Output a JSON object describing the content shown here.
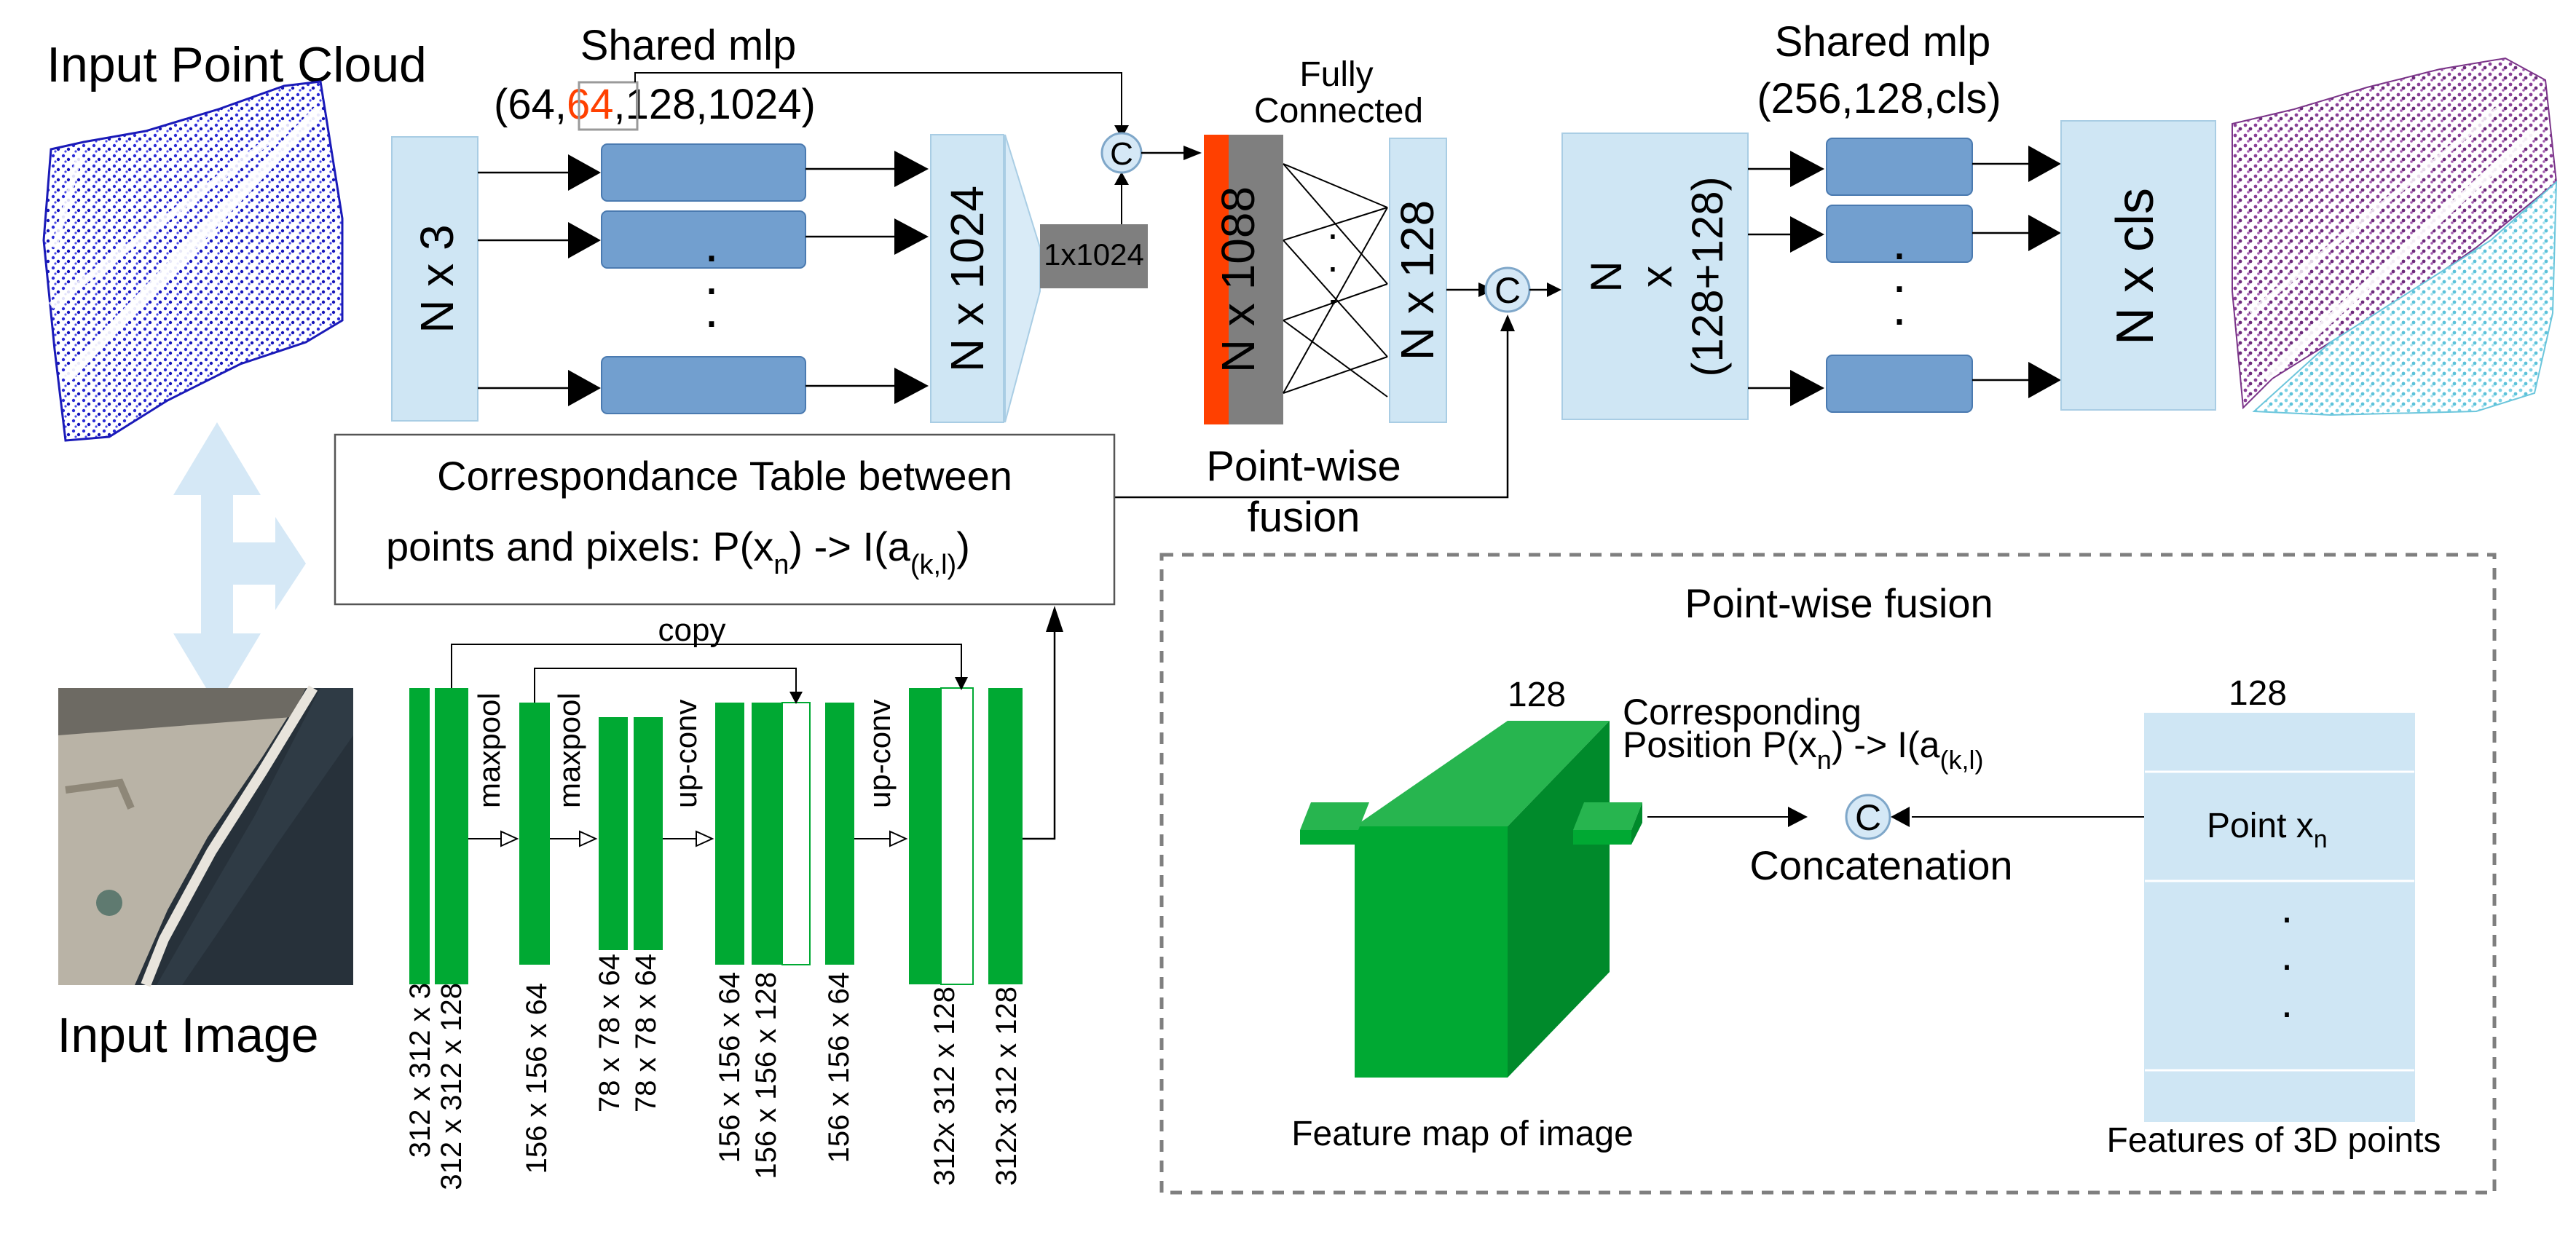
{
  "point_branch": {
    "input_label": "Input Point Cloud",
    "mlp1_title": "Shared mlp",
    "mlp1_spec_pre": "(64,",
    "mlp1_spec_highlight": "64",
    "mlp1_spec_post": ",128,1024)",
    "block_n3": "N x 3",
    "block_n1024": "N x 1024",
    "global_feature": "1x1024",
    "concat_symbol": "C",
    "fc_title_line1": "Fully",
    "fc_title_line2": "Connected",
    "block_n1088": "N x 1088",
    "block_n128": "N x 128",
    "fusion_symbol": "C",
    "block_mid_line1": "N",
    "block_mid_line2": "x",
    "block_mid_line3": "(128+128)",
    "mlp2_title": "Shared mlp",
    "mlp2_spec": "(256,128,cls)",
    "block_ncls": "N x cls",
    "dots": "·"
  },
  "correspondence": {
    "line1": "Correspondance Table between",
    "line2_pre": "points and pixels: P(x",
    "line2_sub1": "n",
    "line2_mid": ") -> I(a",
    "line2_sub2": "(k,l)",
    "line2_post": ")",
    "fusion_label_line1": "Point-wise",
    "fusion_label_line2": "fusion"
  },
  "image_branch": {
    "input_label": "Input Image",
    "copy_label": "copy",
    "ops": [
      "maxpool",
      "maxpool",
      "up-conv",
      "up-conv"
    ],
    "dims": [
      "312 x 312 x 3",
      "312 x 312 x 128",
      "156 x 156 x 64",
      "78 x 78 x 64",
      "78 x 78 x 64",
      "156 x 156 x 64",
      "156 x 156 x 128",
      "156 x 156 x 64",
      "312x 312 x 128",
      "312x 312 x 128"
    ]
  },
  "inset": {
    "title": "Point-wise fusion",
    "cube_dim": "128",
    "corr_line1": "Corresponding",
    "corr_line2_pre": "Position P(x",
    "corr_sub1": "n",
    "corr_line2_mid": ") -> I(a",
    "corr_sub2": "(k,l)",
    "corr_line2_post": "",
    "concat_symbol": "C",
    "concat_label": "Concatenation",
    "feat_dim": "128",
    "point_label_pre": "Point x",
    "point_label_sub": "n",
    "dots": "·",
    "feature_map_label": "Feature map of image",
    "features_3d_label": "Features of 3D points"
  },
  "colors": {
    "light_blue": "#cfe6f4",
    "mid_blue": "#729fcf",
    "green": "#00a933",
    "dark_green": "#008a2b",
    "light_green": "#27b54f",
    "gray": "#7f7f7f",
    "orange": "#ff4000",
    "arrow_blue": "#d5e8f6"
  }
}
